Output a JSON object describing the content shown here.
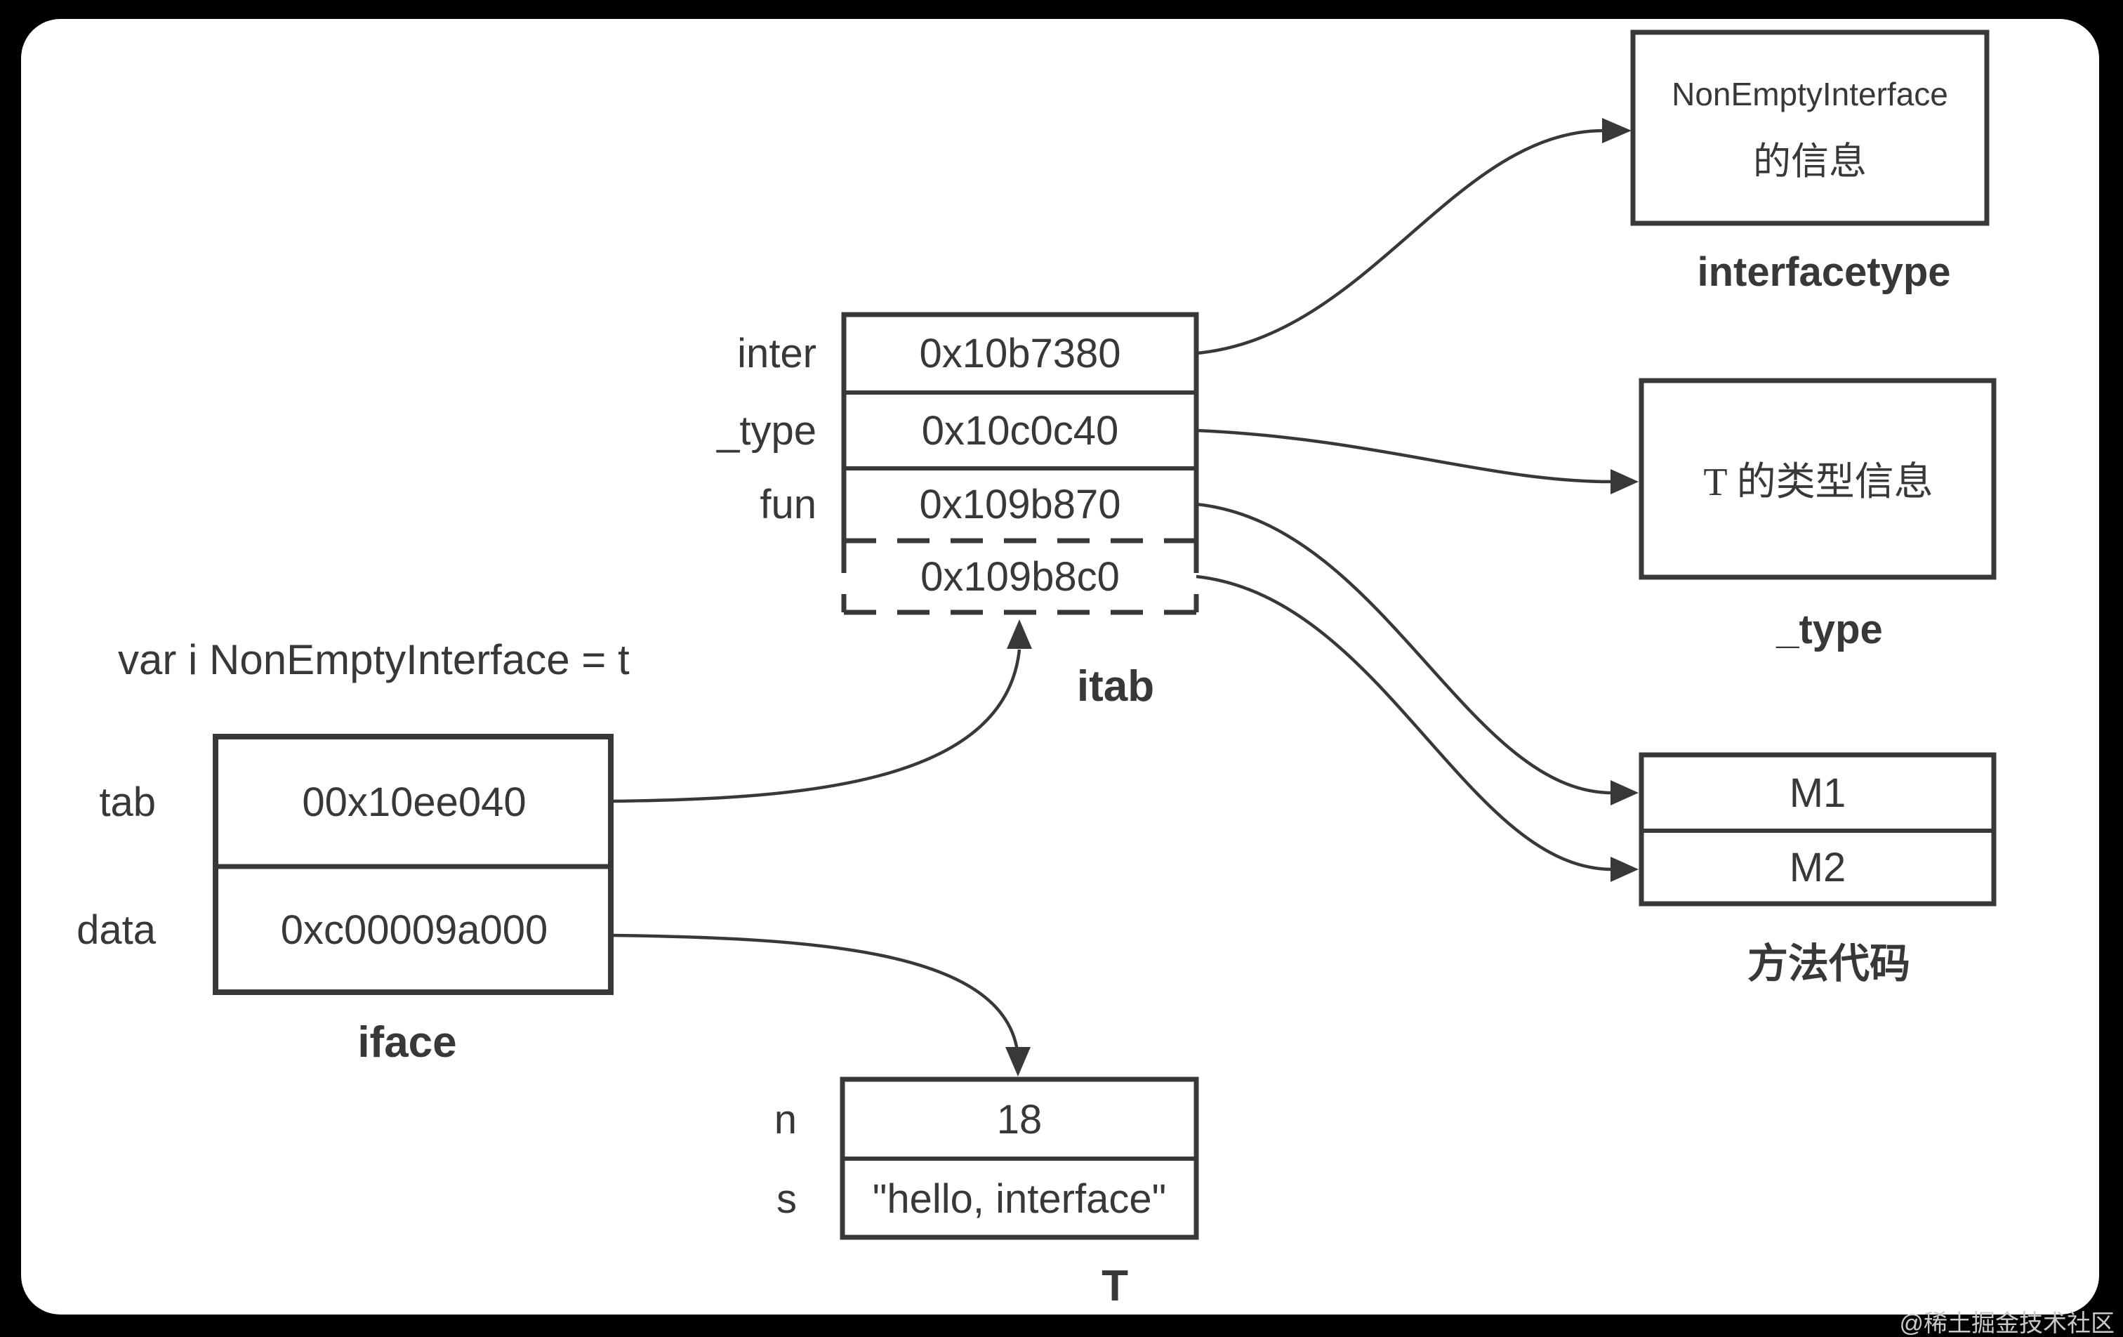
{
  "declaration": "var i NonEmptyInterface = t",
  "iface": {
    "label": "iface",
    "rows": [
      {
        "field": "tab",
        "value": "00x10ee040"
      },
      {
        "field": "data",
        "value": "0xc00009a000"
      }
    ]
  },
  "itab": {
    "label": "itab",
    "rows": [
      {
        "field": "inter",
        "value": "0x10b7380"
      },
      {
        "field": "_type",
        "value": "0x10c0c40"
      },
      {
        "field": "fun",
        "value": "0x109b870"
      },
      {
        "field": "",
        "value": "0x109b8c0"
      }
    ]
  },
  "interfacetype": {
    "label": "interfacetype",
    "line1": "NonEmptyInterface",
    "line2": "的信息"
  },
  "type_box": {
    "label": "_type",
    "text": "T 的类型信息"
  },
  "methods": {
    "label": "方法代码",
    "rows": [
      {
        "value": "M1"
      },
      {
        "value": "M2"
      }
    ]
  },
  "t_box": {
    "label": "T",
    "rows": [
      {
        "field": "n",
        "value": "18"
      },
      {
        "field": "s",
        "value": "\"hello, interface\""
      }
    ]
  },
  "watermark": "@稀土掘金技术社区",
  "colors": {
    "line": "#383838",
    "background": "#000000",
    "surface": "#ffffff",
    "watermark": "#c9c9c9"
  }
}
